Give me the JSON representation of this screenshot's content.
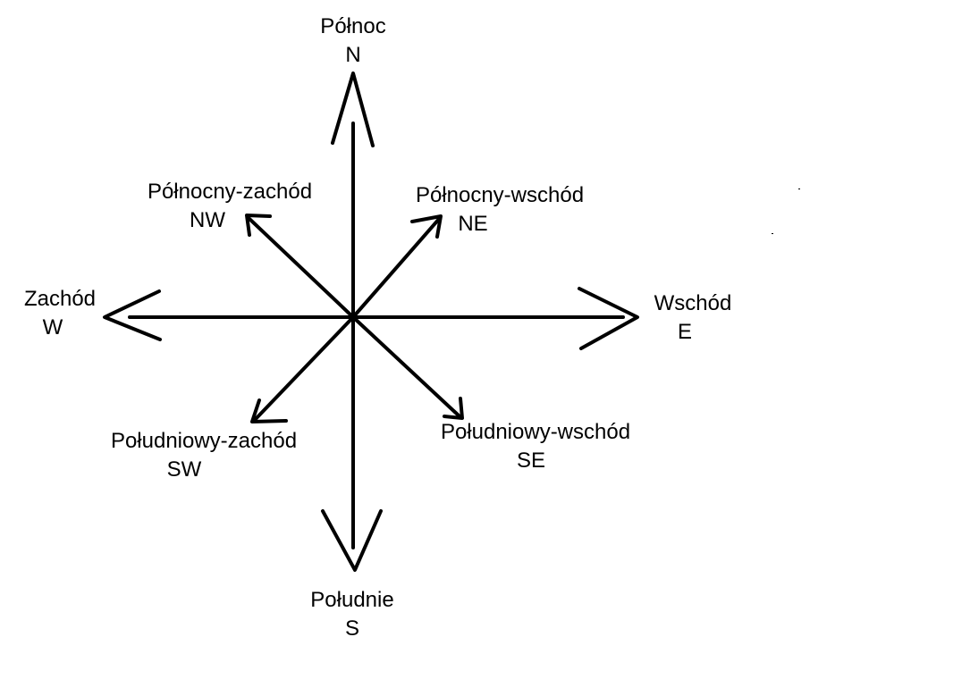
{
  "compass": {
    "stroke_color": "#000000",
    "background_color": "#ffffff",
    "directions": {
      "n": {
        "name": "Północ",
        "abbr": "N"
      },
      "ne": {
        "name": "Północny-wschód",
        "abbr": "NE"
      },
      "e": {
        "name": "Wschód",
        "abbr": "E"
      },
      "se": {
        "name": "Południowy-wschód",
        "abbr": "SE"
      },
      "s": {
        "name": "Południe",
        "abbr": "S"
      },
      "sw": {
        "name": "Południowy-zachód",
        "abbr": "SW"
      },
      "w": {
        "name": "Zachód",
        "abbr": "W"
      },
      "nw": {
        "name": "Północny-zachód",
        "abbr": "NW"
      }
    }
  }
}
